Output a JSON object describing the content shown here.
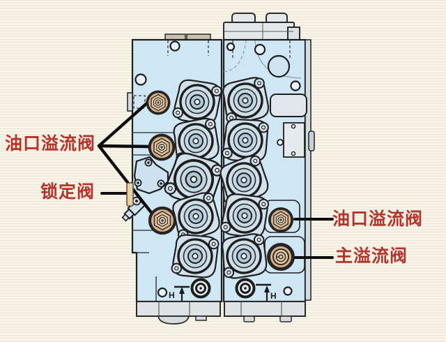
{
  "colors": {
    "background": "#f8f5e8",
    "body_blue": "#cfe6f4",
    "cap_plate_blue": "#d2e1eb",
    "metal_gray": "#e2e6e9",
    "valve_tan": "#d9b087",
    "valve_tan_light": "#eed8b6",
    "outline_black": "#1e1e1e",
    "label_red": "#b4332b"
  },
  "labels": {
    "left_port_relief": "油口溢流阀",
    "lock_valve": "锁定阀",
    "right_port_relief": "油口溢流阀",
    "main_relief": "主溢流阀"
  },
  "markings": {
    "left_h": "H",
    "right_h": "H"
  }
}
